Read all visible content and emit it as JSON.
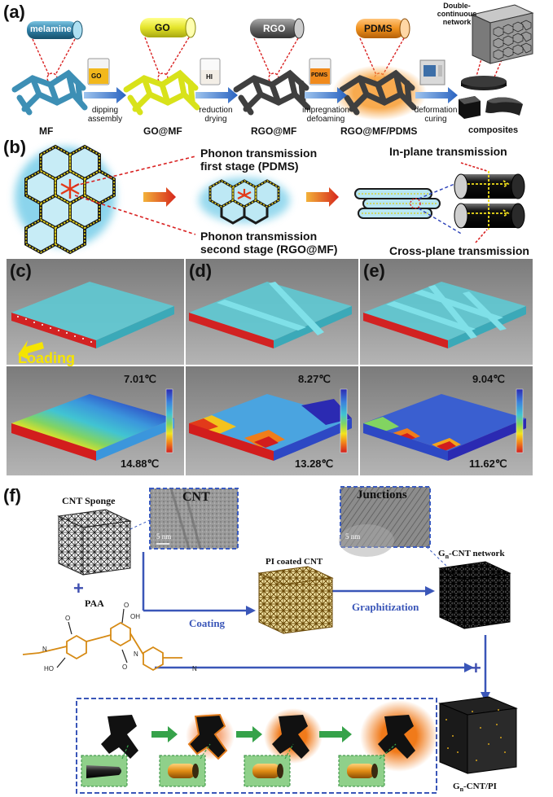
{
  "panel_a": {
    "letter": "(a)",
    "stages": [
      {
        "cylinder": "melamine",
        "label": "MF"
      },
      {
        "cylinder": "GO",
        "label": "GO@MF"
      },
      {
        "cylinder": "RGO",
        "label": "RGO@MF"
      },
      {
        "cylinder": "PDMS",
        "label": "RGO@MF/PDMS"
      }
    ],
    "beakers": [
      "GO",
      "HI",
      "PDMS"
    ],
    "steps": [
      {
        "line1": "dipping",
        "line2": "assembly"
      },
      {
        "line1": "reduction",
        "line2": "drying"
      },
      {
        "line1": "impregnation",
        "line2": "defoaming"
      },
      {
        "line1": "deformation",
        "line2": "curing"
      }
    ],
    "network_title_line1": "Double-",
    "network_title_line2": "continuous",
    "network_title_line3": "network",
    "composites_label": "composites"
  },
  "panel_b": {
    "letter": "(b)",
    "first_stage_line1": "Phonon transmission",
    "first_stage_line2": "first stage (PDMS)",
    "second_stage_line1": "Phonon transmission",
    "second_stage_line2": "second stage (RGO@MF)",
    "in_plane": "In-plane transmission",
    "cross_plane": "Cross-plane transmission"
  },
  "panels_cde": [
    {
      "letter": "(c)",
      "top_temp": "7.01℃",
      "bottom_temp": "14.88℃",
      "loading": "Loading"
    },
    {
      "letter": "(d)",
      "top_temp": "8.27℃",
      "bottom_temp": "13.28℃"
    },
    {
      "letter": "(e)",
      "top_temp": "9.04℃",
      "bottom_temp": "11.62℃"
    }
  ],
  "panel_f": {
    "letter": "(f)",
    "cnt_sponge": "CNT Sponge",
    "paa": "PAA",
    "cnt_inset": "CNT",
    "cnt_scale": "5 nm",
    "junctions_inset": "Junctions",
    "junctions_scale": "5 nm",
    "pi_coated": "PI coated CNT",
    "coating": "Coating",
    "graphitization": "Graphitization",
    "gn_network": "G",
    "gn_network_sub": "n",
    "gn_network_rest": "-CNT network",
    "gn_pi": "G",
    "gn_pi_sub": "n",
    "gn_pi_rest": "-CNT/PI",
    "plus": "+"
  },
  "colors": {
    "arrow_blue": "#3a6fc2",
    "go_yellow": "#e6e629",
    "melamine_blue": "#3d8fb5",
    "pdms_orange": "#f39a2b",
    "loading_yellow": "#f5e400",
    "panel_gray": "#8a8a8a"
  }
}
